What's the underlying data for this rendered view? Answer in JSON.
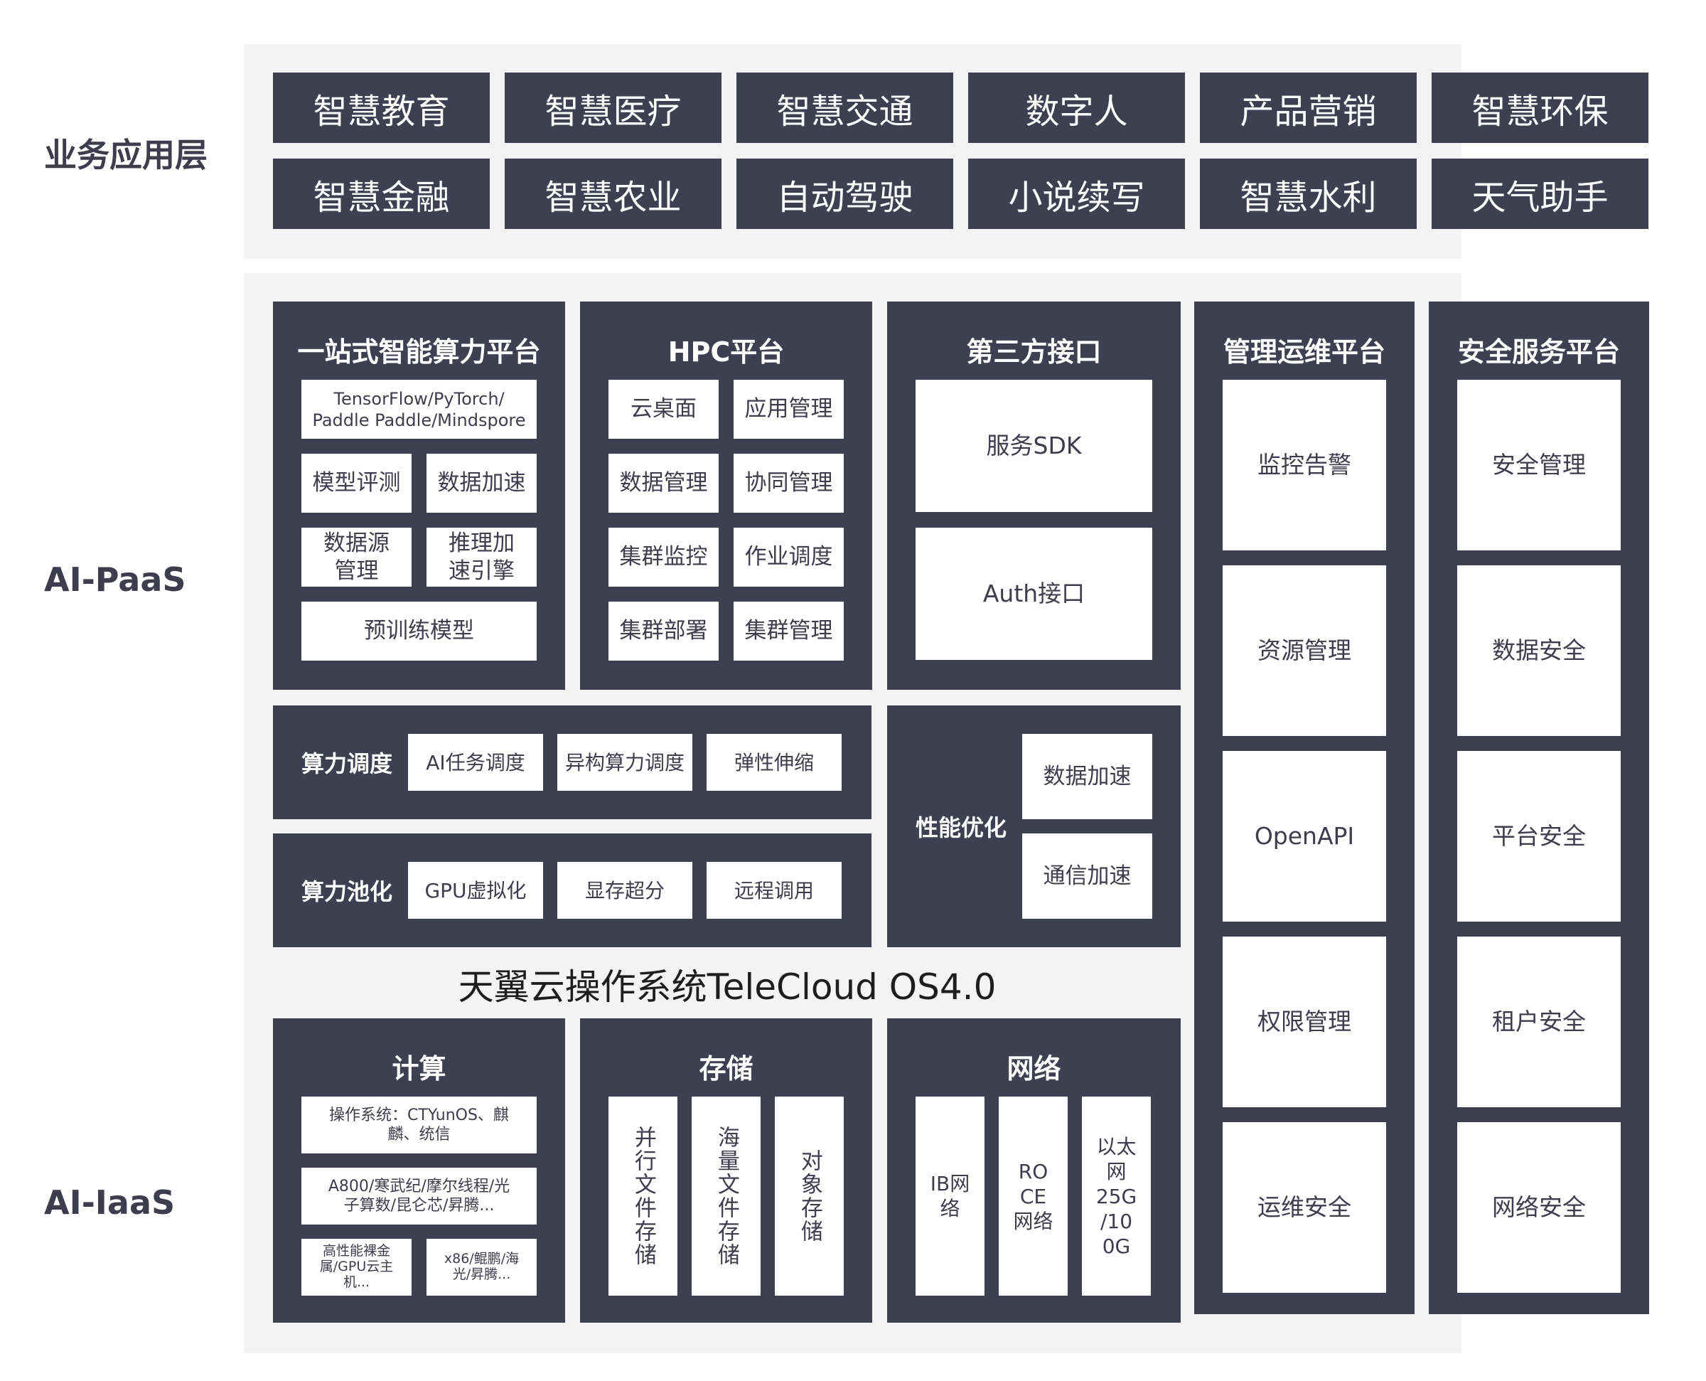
{
  "layers": {
    "app": "业务应用层",
    "paas": "AI-PaaS",
    "iaas": "AI-IaaS"
  },
  "apps": [
    "智慧教育",
    "智慧医疗",
    "智慧交通",
    "数字人",
    "产品营销",
    "智慧环保",
    "智慧金融",
    "智慧农业",
    "自动驾驶",
    "小说续写",
    "智慧水利",
    "天气助手"
  ],
  "platform": {
    "title": "一站式智能算力平台",
    "frameworks": "TensorFlow/PyTorch/\nPaddle Paddle/Mindspore",
    "items": [
      "模型评测",
      "数据加速",
      "数据源\n管理",
      "推理加\n速引擎"
    ],
    "pretrain": "预训练模型"
  },
  "hpc": {
    "title": "HPC平台",
    "items": [
      "云桌面",
      "应用管理",
      "数据管理",
      "协同管理",
      "集群监控",
      "作业调度",
      "集群部署",
      "集群管理"
    ]
  },
  "third": {
    "title": "第三方接口",
    "items": [
      "服务SDK",
      "Auth接口"
    ]
  },
  "ops": {
    "title": "管理运维平台",
    "items": [
      "监控告警",
      "资源管理",
      "OpenAPI",
      "权限管理",
      "运维安全"
    ]
  },
  "security": {
    "title": "安全服务平台",
    "items": [
      "安全管理",
      "数据安全",
      "平台安全",
      "租户安全",
      "网络安全"
    ]
  },
  "schedule": {
    "label": "算力调度",
    "items": [
      "AI任务调度",
      "异构算力调度",
      "弹性伸缩"
    ]
  },
  "pool": {
    "label": "算力池化",
    "items": [
      "GPU虚拟化",
      "显存超分",
      "远程调用"
    ]
  },
  "perf": {
    "label": "性能优化",
    "items": [
      "数据加速",
      "通信加速"
    ]
  },
  "os_title": "天翼云操作系统TeleCloud OS4.0",
  "compute": {
    "title": "计算",
    "items": [
      "操作系统：CTYunOS、麒\n麟、统信",
      "A800/寒武纪/摩尔线程/光\n子算数/昆仑芯/昇腾...",
      "高性能裸金\n属/GPU云主\n机...",
      "x86/鲲鹏/海\n光/昇腾..."
    ]
  },
  "storage": {
    "title": "存储",
    "items": [
      "并行文件存储",
      "海量文件存储",
      "对象存储"
    ]
  },
  "network": {
    "title": "网络",
    "items": [
      "IB网\n络",
      "RO\nCE\n网络",
      "以太\n网\n25G\n/10\n0G"
    ]
  }
}
